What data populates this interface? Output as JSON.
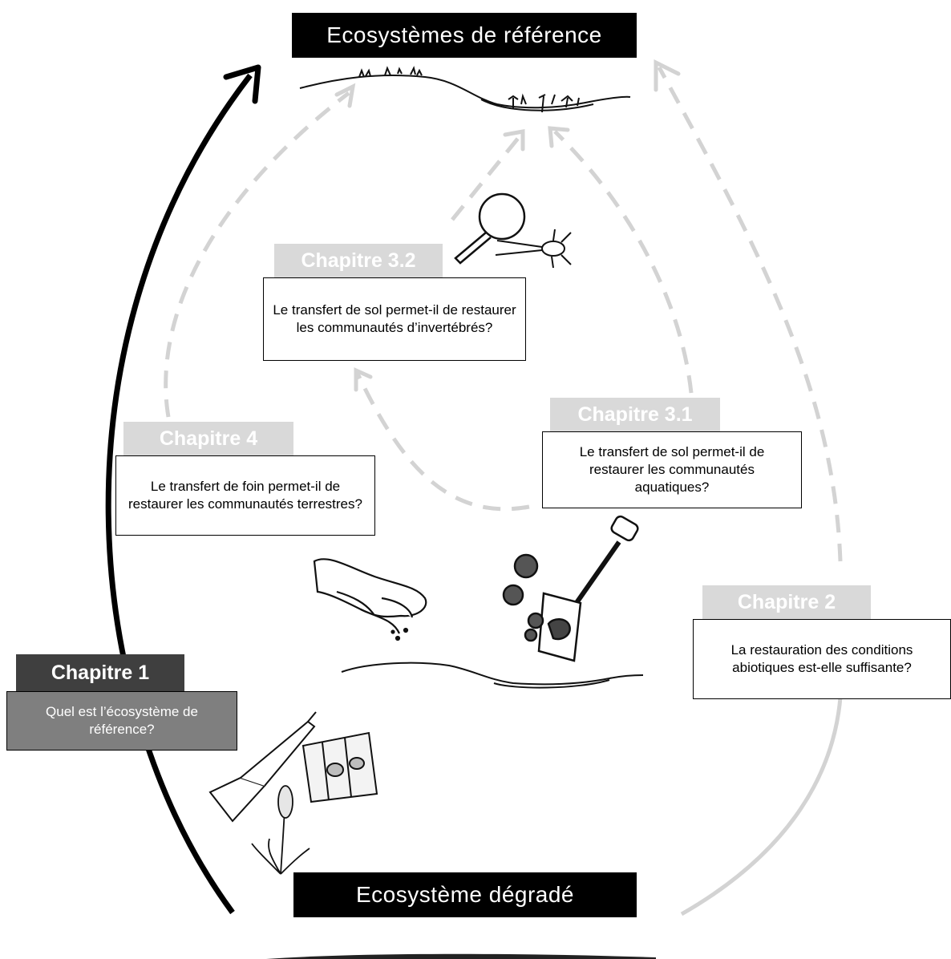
{
  "titles": {
    "top": "Ecosystèmes de référence",
    "bottom": "Ecosystème dégradé"
  },
  "chapters": {
    "c1": {
      "label": "Chapitre 1",
      "question": "Quel est l’écosystème de référence?"
    },
    "c2": {
      "label": "Chapitre 2",
      "question": "La restauration des conditions abiotiques est-elle suffisante?"
    },
    "c31": {
      "label": "Chapitre 3.1",
      "question": "Le transfert de sol permet-il de restaurer les communautés aquatiques?"
    },
    "c32": {
      "label": "Chapitre 3.2",
      "question": "Le transfert de sol permet-il de restaurer les communautés d’invertébrés?"
    },
    "c4": {
      "label": "Chapitre 4",
      "question": "Le transfert de foin permet-il de restaurer les communautés terrestres?"
    }
  },
  "colors": {
    "black": "#000000",
    "dark_header": "#3f3f3f",
    "dark_box": "#7f7f7f",
    "light_header": "#d9d9d9",
    "dashed_arrow": "#d0d0d0"
  },
  "illustrations": [
    "pond-landscape-icon",
    "magnifier-icon",
    "aquatic-insect-icon",
    "hand-sowing-icon",
    "shovel-soil-icon",
    "rifle-icon",
    "map-icon",
    "orchid-plant-icon"
  ]
}
